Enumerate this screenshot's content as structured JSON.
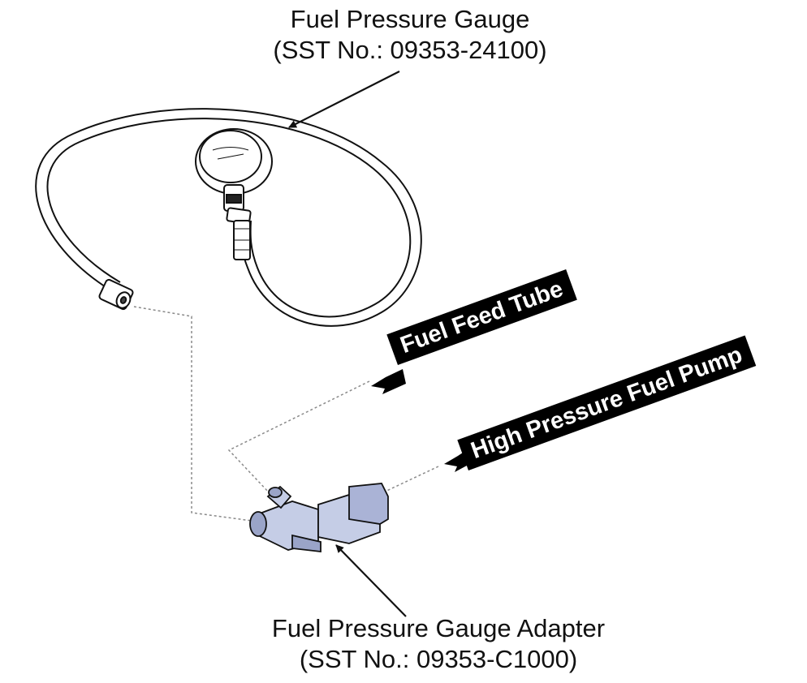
{
  "labels": {
    "gauge_name": "Fuel Pressure Gauge",
    "gauge_sst": "(SST No.: 09353-24100)",
    "adapter_name": "Fuel Pressure Gauge Adapter",
    "adapter_sst": "(SST No.: 09353-C1000)",
    "feed_tube": "Fuel Feed Tube",
    "hp_pump": "High Pressure Fuel Pump"
  },
  "colors": {
    "line": "#111111",
    "tag_background": "#000000",
    "tag_text": "#ffffff",
    "adapter_fill": "#c5cde6",
    "adapter_shade": "#9aa4c8",
    "dashed_leader": "#8a8a8a"
  },
  "icons": [
    "fuel-pressure-gauge-icon",
    "hose-icon",
    "hose-nut-icon",
    "gauge-adapter-icon",
    "arrow-left-icon"
  ]
}
